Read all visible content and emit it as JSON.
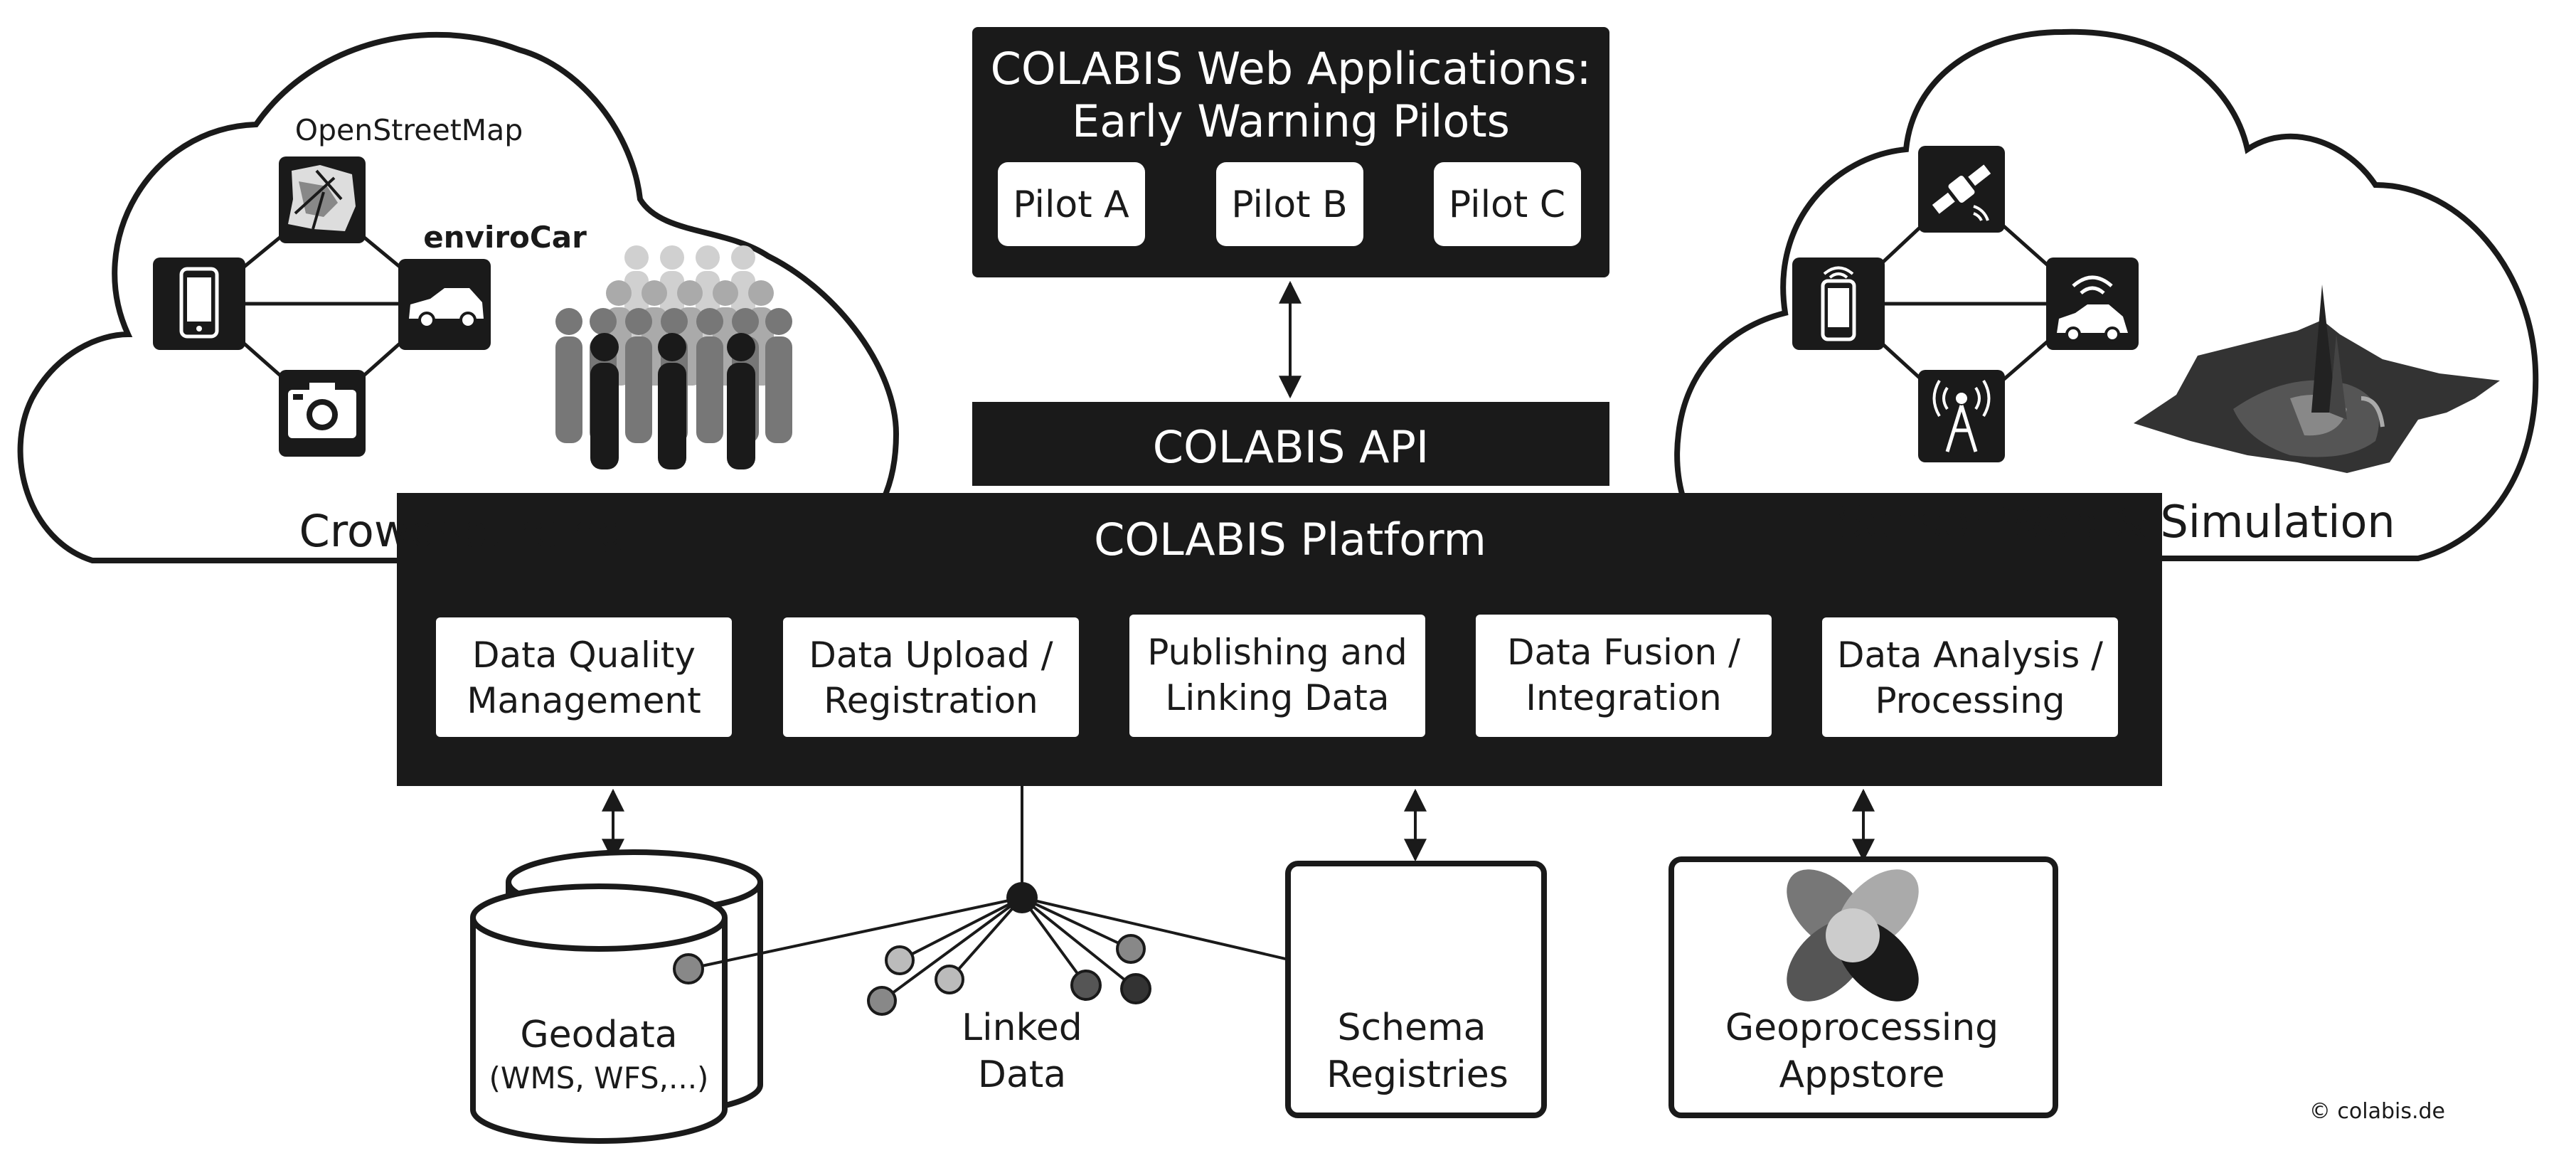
{
  "webapps": {
    "title_line1": "COLABIS Web Applications:",
    "title_line2": "Early Warning Pilots",
    "pilots": [
      "Pilot A",
      "Pilot B",
      "Pilot C"
    ]
  },
  "api": {
    "label": "COLABIS API"
  },
  "platform": {
    "label": "COLABIS Platform",
    "modules": [
      {
        "line1": "Data Quality",
        "line2": "Management"
      },
      {
        "line1": "Data Upload /",
        "line2": "Registration"
      },
      {
        "line1": "Publishing and",
        "line2": "Linking Data"
      },
      {
        "line1": "Data Fusion /",
        "line2": "Integration"
      },
      {
        "line1": "Data Analysis /",
        "line2": "Processing"
      }
    ]
  },
  "crowdsourcing": {
    "label": "Crowdsourcing",
    "osm_label": "OpenStreetMap",
    "envirocar_label": "enviroCar",
    "icons": [
      "map-icon",
      "smartphone-icon",
      "car-icon",
      "camera-icon",
      "people-icon"
    ]
  },
  "sensorweb": {
    "label": "Sensor Web & Simulation",
    "icons": [
      "satellite-icon",
      "smartphone-wifi-icon",
      "car-wifi-icon",
      "antenna-icon",
      "terrain-surface-icon"
    ]
  },
  "bottom": {
    "geodata": {
      "line1": "Geodata",
      "line2": "(WMS, WFS,...)"
    },
    "linked": {
      "line1": "Linked",
      "line2": "Data"
    },
    "schema": {
      "line1": "Schema",
      "line2": "Registries"
    },
    "appstore": {
      "line1": "Geoprocessing",
      "line2": "Appstore"
    }
  },
  "copyright": "© colabis.de",
  "colors": {
    "dark": "#1a1a1a",
    "white": "#ffffff",
    "gray_dark": "#555555",
    "gray_mid": "#888888",
    "gray_light": "#bbbbbb",
    "gray_pale": "#dddddd"
  }
}
